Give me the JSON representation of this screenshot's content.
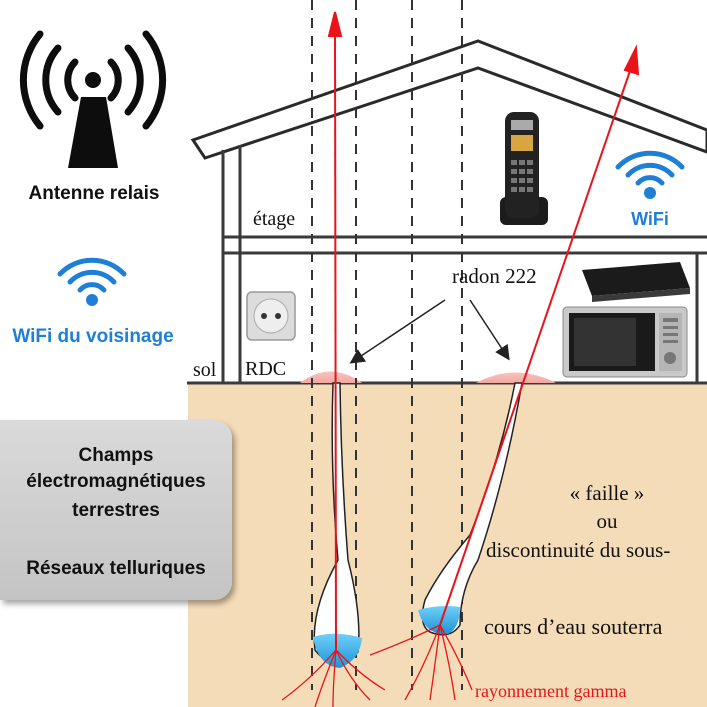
{
  "labels": {
    "antenna": "Antenne relais",
    "wifi_neighbors": "WiFi du voisinage",
    "wifi_house": "WiFi",
    "floor_upper": "étage",
    "floor_ground": "RDC",
    "soil": "sol",
    "radon": "radon 222",
    "fault_1": "« faille »",
    "fault_2": "ou",
    "fault_3": "discontinuité du sous-",
    "water": "cours d’eau souterra",
    "gamma": "rayonnement gamma"
  },
  "panel": {
    "line1": "Champs",
    "line2": "électromagnétiques",
    "line3": "terrestres",
    "line4": "Réseaux telluriques"
  },
  "colors": {
    "soil": "#f5dcb8",
    "radiation": "#e8141a",
    "wifi_blue": "#1f7fd6",
    "water": "#2ea7e8",
    "radon_glow": "#f2a7a0"
  },
  "icons": [
    "antenna-icon",
    "wifi-icon",
    "phone-icon",
    "wall-socket-icon",
    "tv-box-icon",
    "microwave-icon"
  ]
}
